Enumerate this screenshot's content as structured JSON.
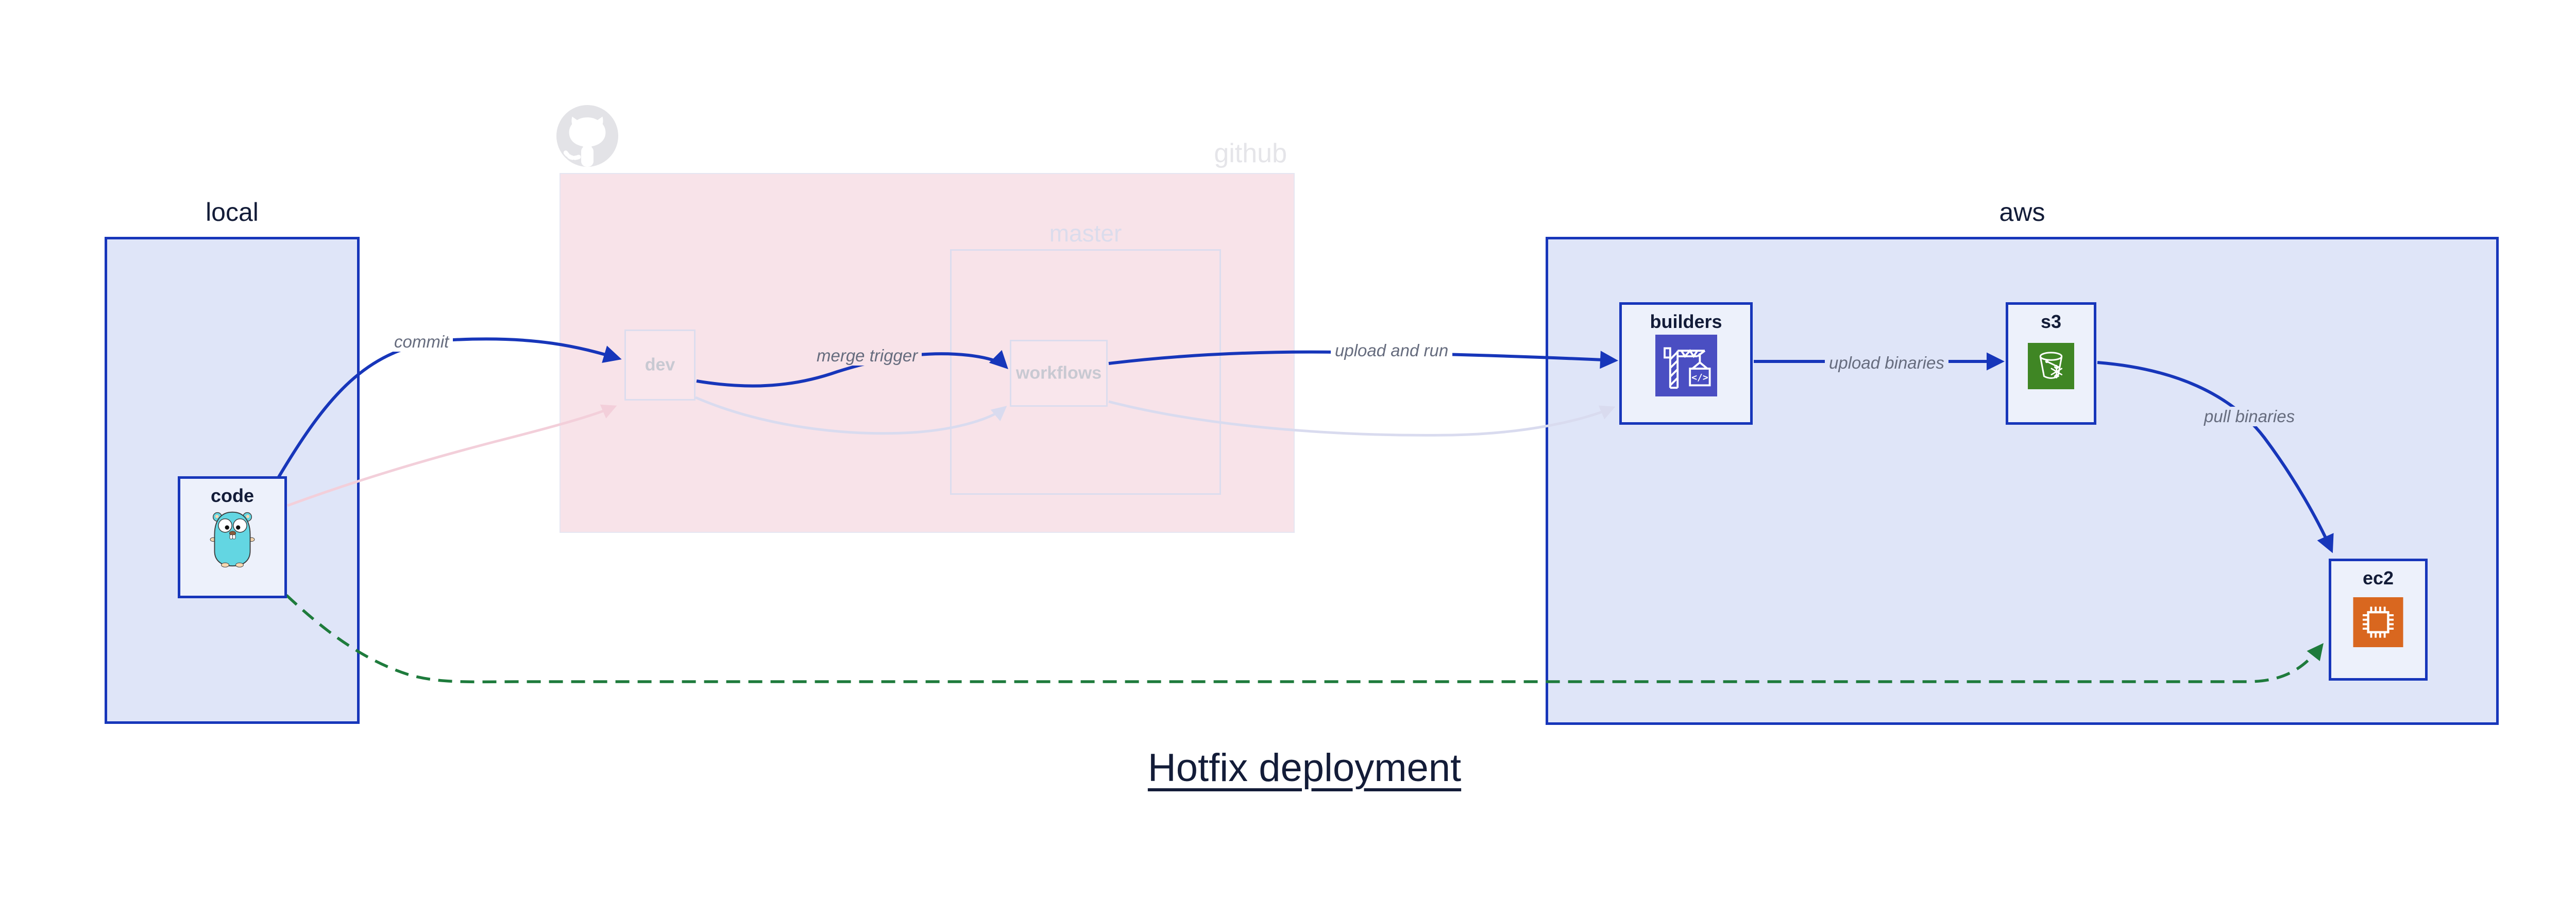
{
  "title": {
    "text": "Hotfix deployment"
  },
  "zones": {
    "local": {
      "label": "local"
    },
    "github": {
      "label": "github",
      "master_label": "master",
      "logo": "github-octocat-icon"
    },
    "aws": {
      "label": "aws"
    }
  },
  "nodes": {
    "code": {
      "label": "code",
      "icon": "go-gopher-icon"
    },
    "dev": {
      "label": "dev",
      "state": "faded"
    },
    "workflows": {
      "label": "workflows",
      "state": "faded"
    },
    "builders": {
      "label": "builders",
      "icon": "codebuild-crane-icon"
    },
    "s3": {
      "label": "s3",
      "icon": "s3-bucket-icon"
    },
    "ec2": {
      "label": "ec2",
      "icon": "ec2-chip-icon"
    }
  },
  "edges": {
    "commit": {
      "label": "commit",
      "from": "code",
      "to": "dev",
      "style": "solid-blue"
    },
    "push_faded": {
      "label": "",
      "from": "code",
      "to": "dev",
      "style": "faded-pink"
    },
    "merge_trigger": {
      "label": "merge trigger",
      "from": "dev",
      "to": "workflows",
      "style": "solid-blue"
    },
    "dev_wf_faded": {
      "label": "",
      "from": "dev",
      "to": "workflows",
      "style": "faded-lavender"
    },
    "upload_and_run": {
      "label": "upload and run",
      "from": "workflows",
      "to": "builders",
      "style": "solid-blue"
    },
    "wf_build_faded": {
      "label": "",
      "from": "workflows",
      "to": "builders",
      "style": "faded-lavender"
    },
    "upload_binaries": {
      "label": "upload binaries",
      "from": "builders",
      "to": "s3",
      "style": "solid-blue"
    },
    "pull_binaries": {
      "label": "pull binaries",
      "from": "s3",
      "to": "ec2",
      "style": "solid-blue"
    },
    "hotfix_path": {
      "label": "",
      "from": "code",
      "to": "ec2",
      "style": "dashed-green"
    }
  },
  "colors": {
    "accent_blue": "#1736ba",
    "zone_fill": "#dfe5f8",
    "node_fill": "#edf1fb",
    "github_pink_fill": "#f8e3e9",
    "faded_pink_edge": "#f3cfda",
    "faded_lavender_edge": "#d9dbef",
    "hotfix_green": "#1e7b3c",
    "edge_label_gray": "#666c7e",
    "navy_text": "#131c38",
    "muted_label": "#c8c9d2",
    "github_logo_gray": "#e3e3e7",
    "codebuild_indigo": "#4a4ec2",
    "s3_green": "#3f8624",
    "ec2_orange": "#d9671f"
  }
}
